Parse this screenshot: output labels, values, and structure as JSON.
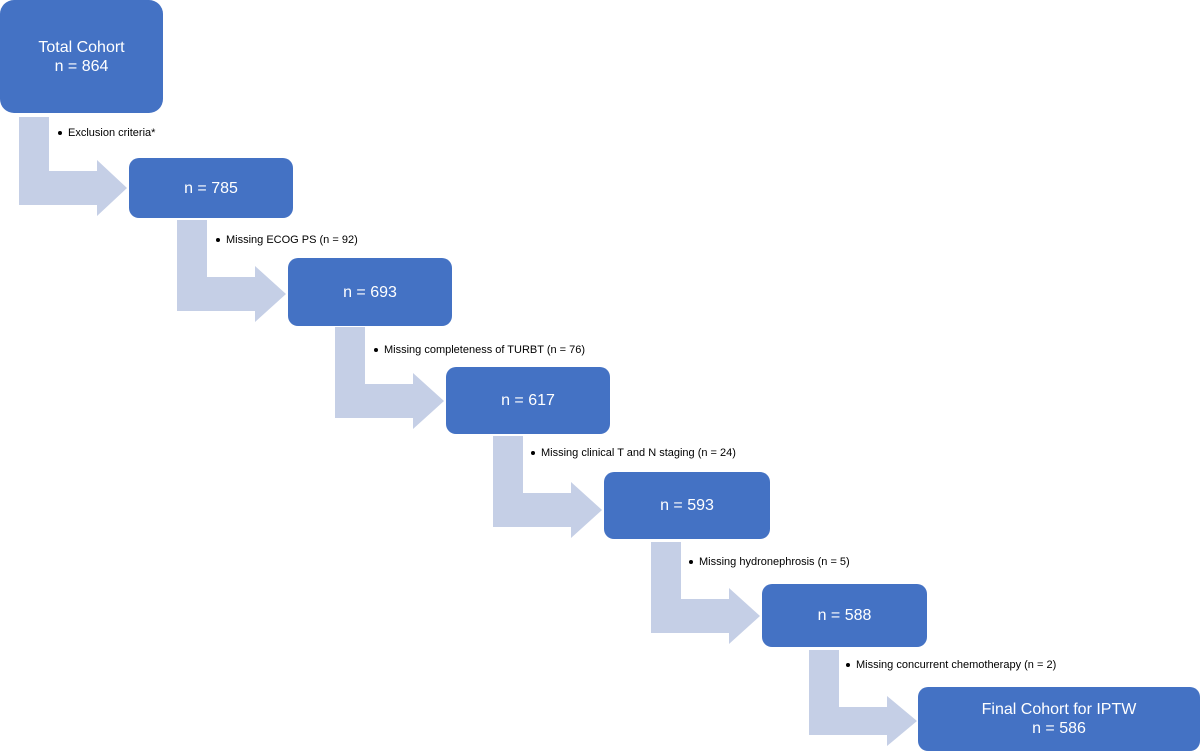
{
  "colors": {
    "box": "#4472c4",
    "arrow": "#c5cfe6",
    "text": "#ffffff"
  },
  "boxes": [
    {
      "id": "total",
      "line1": "Total Cohort",
      "line2": "n = 864"
    },
    {
      "id": "s1",
      "line1": "n = 785"
    },
    {
      "id": "s2",
      "line1": "n = 693"
    },
    {
      "id": "s3",
      "line1": "n = 617"
    },
    {
      "id": "s4",
      "line1": "n = 593"
    },
    {
      "id": "s5",
      "line1": "n = 588"
    },
    {
      "id": "final",
      "line1": "Final Cohort for IPTW",
      "line2": "n = 586"
    }
  ],
  "exclusions": [
    "Exclusion criteria*",
    "Missing ECOG PS (n = 92)",
    "Missing completeness of TURBT (n = 76)",
    "Missing clinical T and N staging (n = 24)",
    "Missing hydronephrosis (n = 5)",
    "Missing concurrent chemotherapy (n = 2)"
  ]
}
